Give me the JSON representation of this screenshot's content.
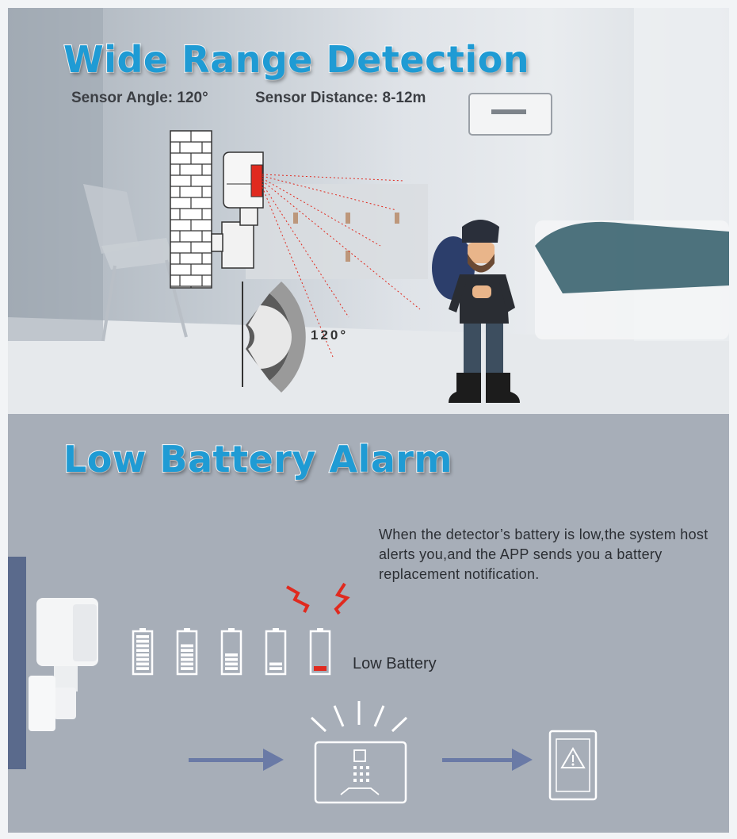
{
  "section1": {
    "title": "Wide Range Detection",
    "sensor_angle": "Sensor Angle: 120°",
    "sensor_distance": "Sensor Distance: 8-12m",
    "angle_label": "120°"
  },
  "section2": {
    "title": "Low Battery Alarm",
    "description": "When the detector’s battery is low,the system host alerts you,and the APP sends you a battery replacement notification.",
    "low_battery_label": "Low Battery"
  },
  "colors": {
    "title_blue": "#1f9bd4",
    "alert_red": "#e02a1f",
    "arrow_blue": "#6a7aa6"
  },
  "battery_levels": [
    1.0,
    0.75,
    0.5,
    0.25,
    0.1
  ]
}
